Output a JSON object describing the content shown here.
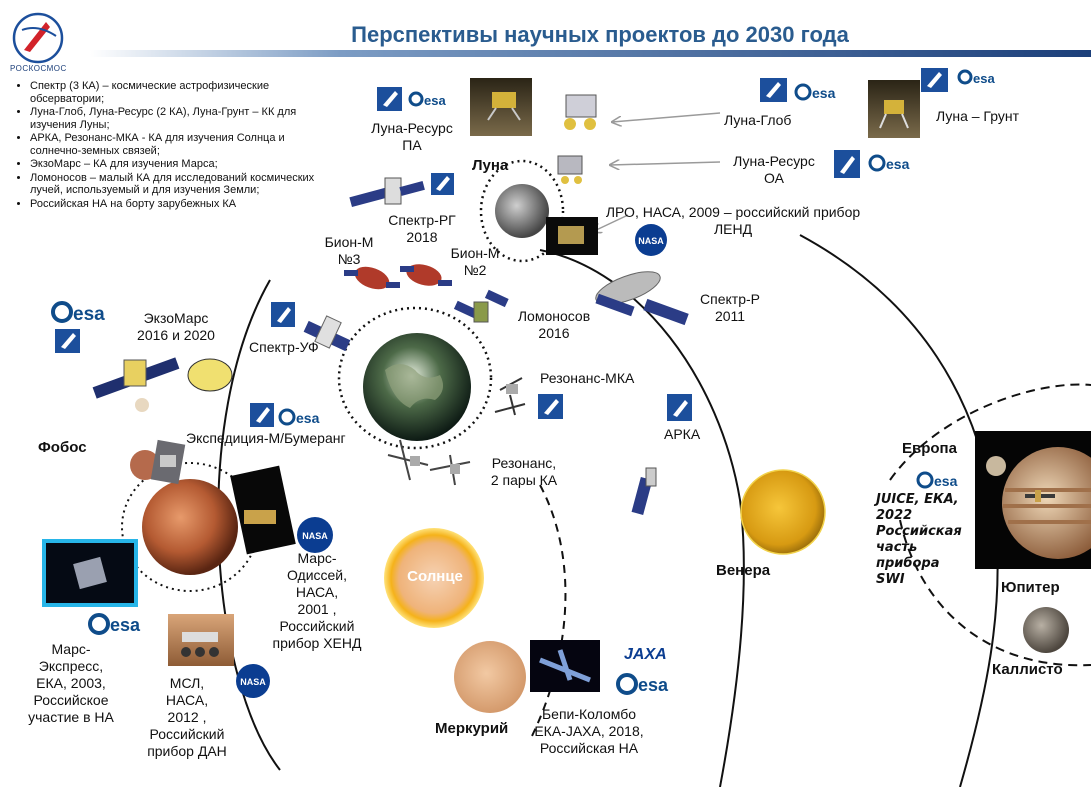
{
  "title": "Перспективы научных проектов до 2030 года",
  "logo_text": "РОСКОСМОС",
  "bullets": [
    "Спектр (3 КА) – космические астрофизические обсерватории;",
    "Луна-Глоб, Луна-Ресурс (2 КА), Луна-Грунт – КК для изучения Луны;",
    "АРКА, Резонанс-МКА - КА для изучения Солнца и солнечно-земных связей;",
    "ЭкзоМарс – КА для изучения Марса;",
    "Ломоносов – малый КА для исследований космических лучей, используемый  и  для изучения Земли;",
    "Российская НА на борту зарубежных КА"
  ],
  "badges": {
    "esa": "esa",
    "nasa": "NASA",
    "jaxa": "JAXA"
  },
  "colors": {
    "title": "#2a5c8f",
    "roscosmos_blue": "#1c4f9c",
    "esa_blue": "#0f4c8a",
    "nasa_blue": "#0b3d91",
    "selection_border": "#27b5e8"
  },
  "labels": {
    "luna_resurs_pa": [
      "Луна-Ресурс",
      "ПА"
    ],
    "luna": "Луна",
    "luna_glob": "Луна-Глоб",
    "luna_grunt": "Луна – Грунт",
    "luna_resurs_oa": [
      "Луна-Ресурс",
      "ОА"
    ],
    "lro": [
      "ЛРО, НАСА, 2009 – российский прибор",
      "ЛЕНД"
    ],
    "spektr_rg": [
      "Спектр-РГ",
      "2018"
    ],
    "bion_m3": [
      "Бион-М",
      "№3"
    ],
    "bion_m2": [
      "Бион-М",
      "№2"
    ],
    "spektr_r": [
      "Спектр-Р",
      "2011"
    ],
    "lomonosov": [
      "Ломоносов",
      "2016"
    ],
    "exomars": [
      "ЭкзоМарс",
      "2016 и 2020"
    ],
    "spektr_uf": "Спектр-УФ",
    "rezonans_mka": "Резонанс-МКА",
    "arka": "АРКА",
    "expedition_m": "Экспедиция-М/Бумеранг",
    "fobos": "Фобос",
    "rezonans": [
      "Резонанс,",
      "2 пары КА"
    ],
    "europa": "Европа",
    "juice": [
      "JUICE, ЕКА,",
      "2022",
      "Российская",
      "часть",
      "прибора",
      "SWI"
    ],
    "sun": "Солнце",
    "venus": "Венера",
    "jupiter": "Юпитер",
    "mars_odyssey": [
      "Марс-",
      "Одиссей,",
      "НАСА,",
      "2001 ,",
      "Российский",
      "прибор ХЕНД"
    ],
    "callisto": "Каллисто",
    "mars_express": [
      "Марс-",
      "Экспресс,",
      "ЕКА, 2003,",
      "Российское",
      "участие в НА"
    ],
    "msl": [
      "МСЛ,",
      "НАСА,",
      "2012 ,",
      "Российский",
      "прибор ДАН"
    ],
    "mercury": "Меркурий",
    "bepi": [
      "Бепи-Коломбо",
      "ЕКА-JAXA, 2018,",
      "Российская НА"
    ]
  }
}
